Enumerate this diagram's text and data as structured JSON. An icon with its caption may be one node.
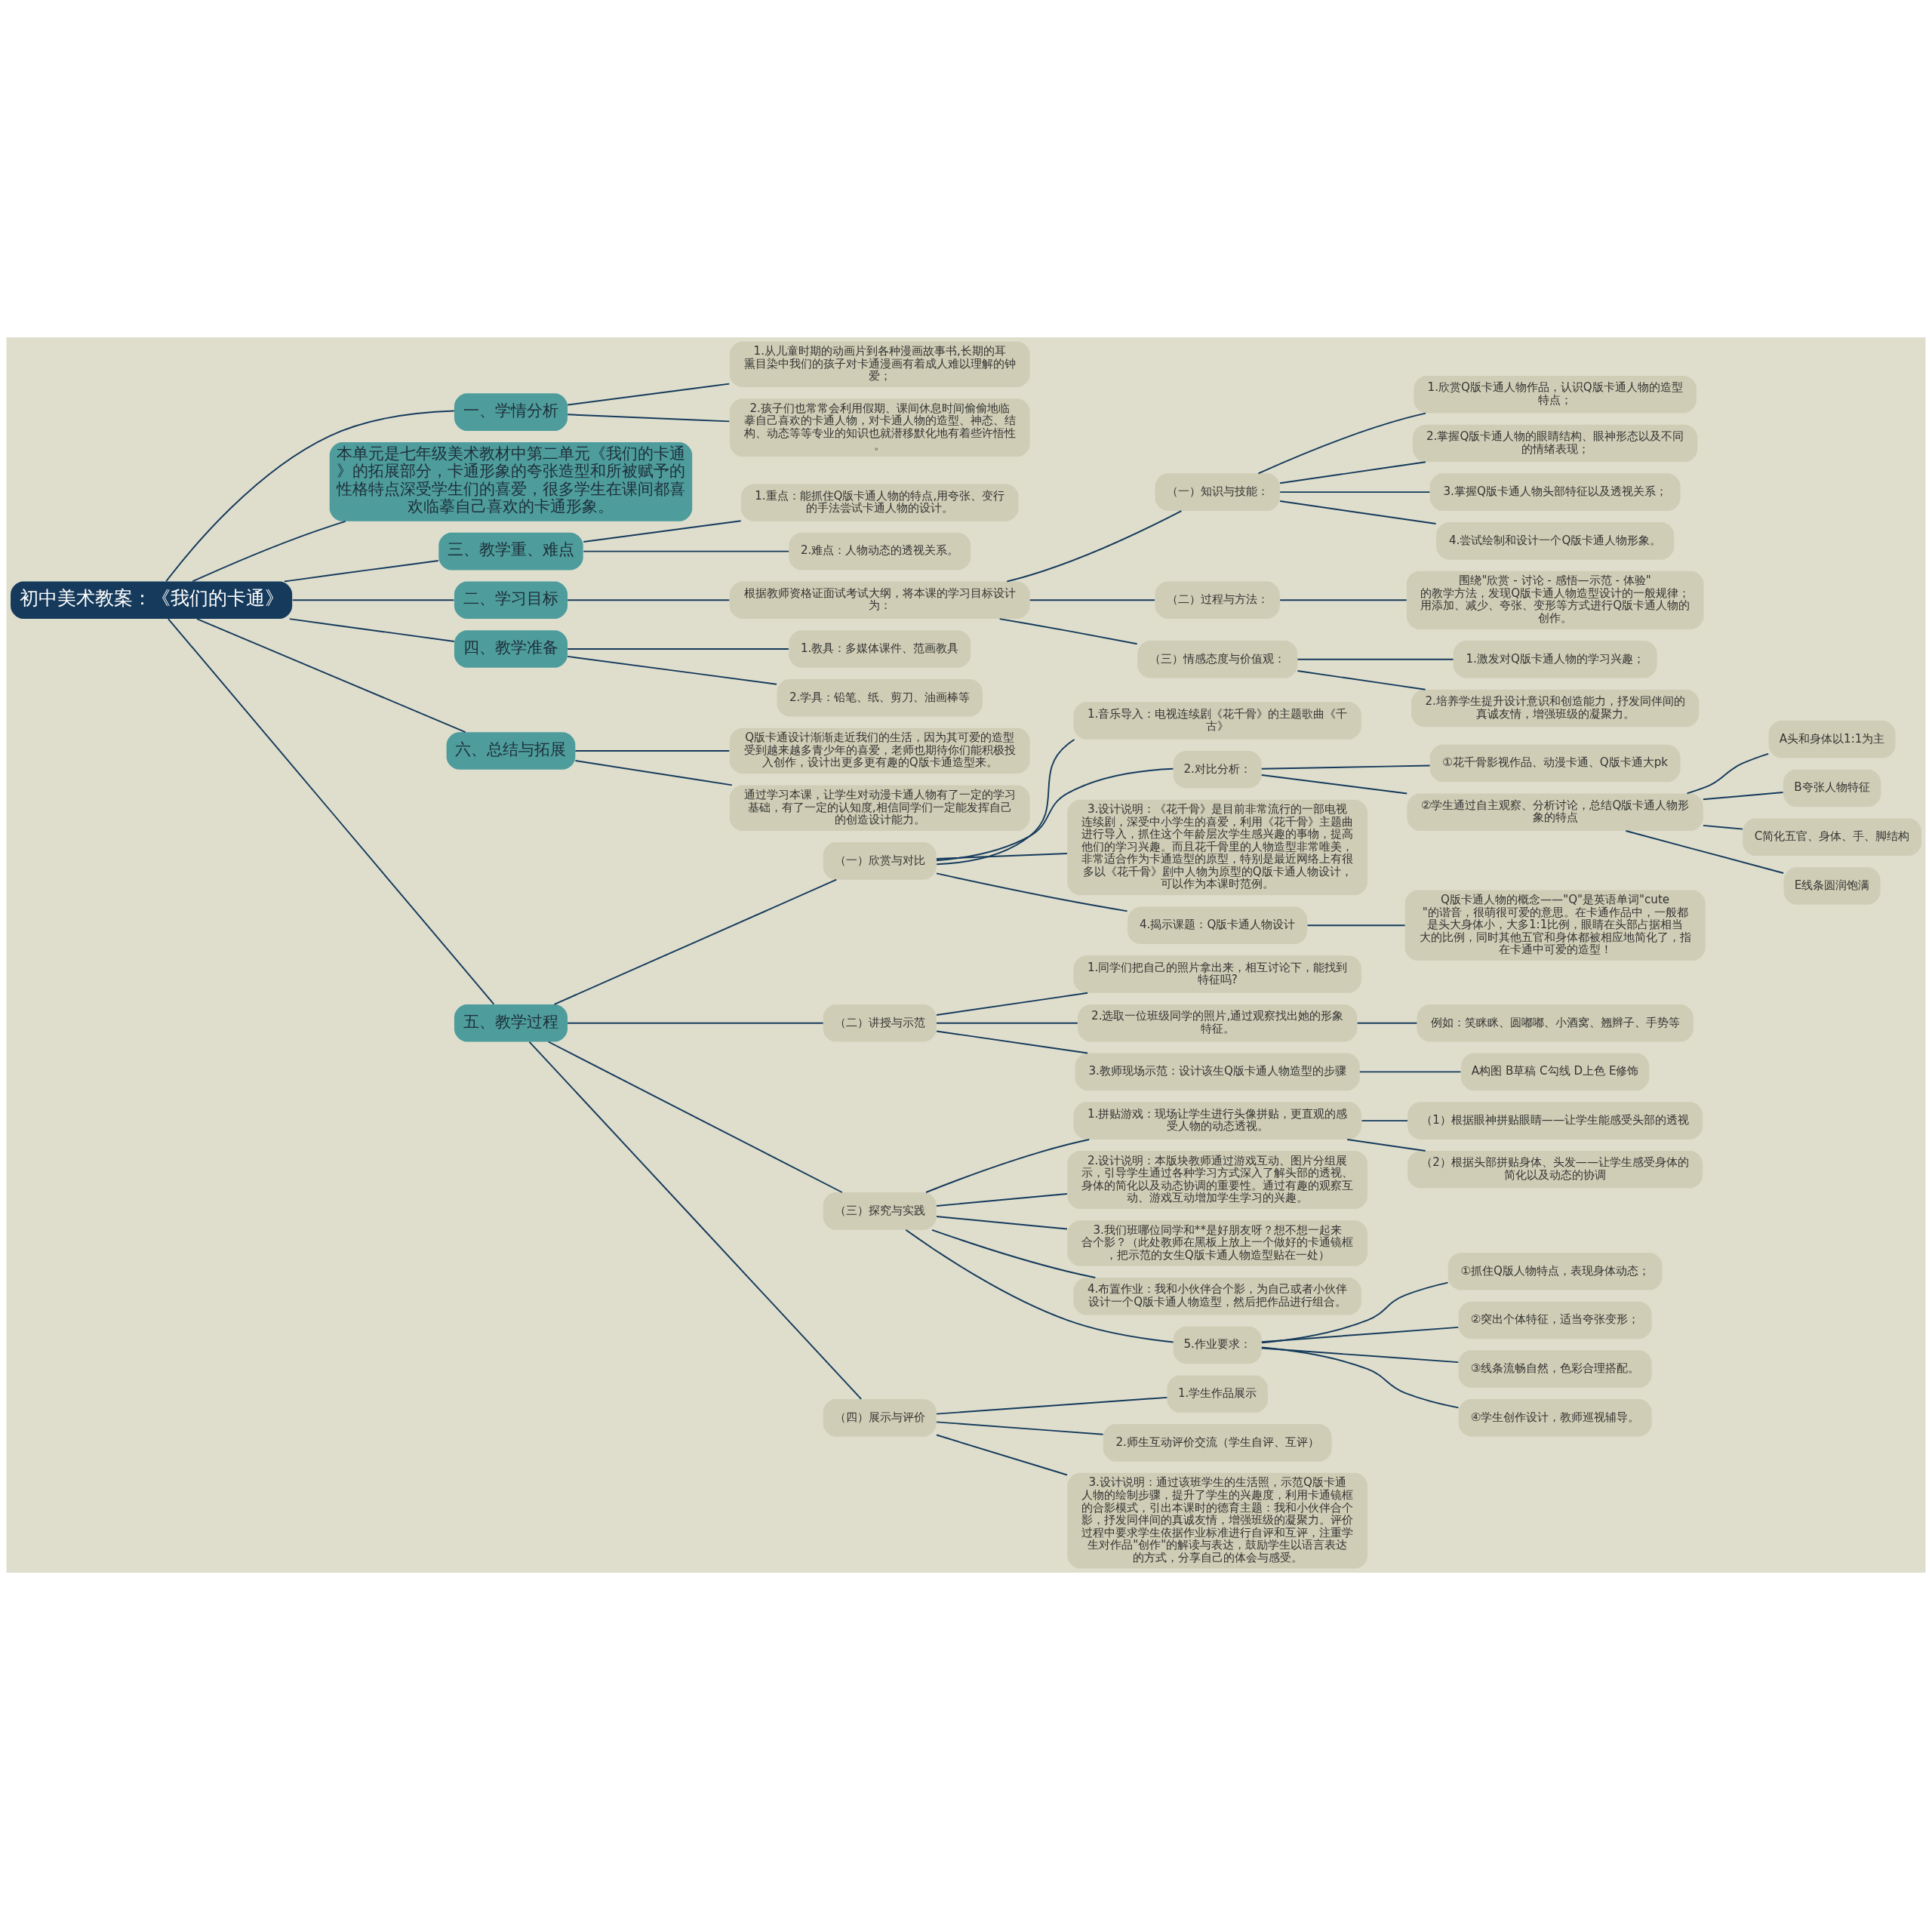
{
  "diagram": {
    "nodes": [
      {
        "text": [
          "初中美术教案：《我们的卡通》"
        ]
      },
      {
        "text": [
          "一、学情分析"
        ]
      },
      {
        "text": [
          "1.从儿童时期的动画片到各种漫画故事书,长期的耳熏目染中我们的孩子对卡通漫画有着成人难以理解的钟爱；"
        ]
      },
      {
        "text": [
          "2.孩子们也常常会利用假期、课间休息时间偷偷地临摹自己喜欢的卡通人物，对卡通人物的造型、神态、结构、动态等等专业的知识也就潜移默化地有着些许悟性。"
        ]
      },
      {
        "text": [
          "本单元是七年级美术教材中第二单元《我们的卡通》的拓展部分，卡通形象的夸张造型和所被赋予的性格特点深受学生们的喜爱，很多学生在课间都喜欢临摹自己喜欢的卡通形象。"
        ]
      },
      {
        "text": [
          "三、教学重、难点"
        ]
      },
      {
        "text": [
          "1.重点：能抓住Q版卡通人物的特点,用夸张、变行的手法尝试卡通人物的设计。"
        ]
      },
      {
        "text": [
          "2.难点：人物动态的透视关系。"
        ]
      },
      {
        "text": [
          "二、学习目标"
        ]
      },
      {
        "text": [
          "根据教师资格证面试考试大纲，将本课的学习目标设计为："
        ]
      },
      {
        "text": [
          "（一）知识与技能："
        ]
      },
      {
        "text": [
          "1.欣赏Q版卡通人物作品，认识Q版卡通人物的造型特点；"
        ]
      },
      {
        "text": [
          "2.掌握Q版卡通人物的眼睛结构、眼神形态以及不同的情绪表现；"
        ]
      },
      {
        "text": [
          "3.掌握Q版卡通人物头部特征以及透视关系；"
        ]
      },
      {
        "text": [
          "4.尝试绘制和设计一个Q版卡通人物形象。"
        ]
      },
      {
        "text": [
          "（二）过程与方法："
        ]
      },
      {
        "text": [
          "围绕\"欣赏 - 讨论 - 感悟—示范 - 体验\"的教学方法，发现Q版卡通人物造型设计的一般规律；用添加、减少、夸张、变形等方式进行Q版卡通人物的创作。"
        ]
      },
      {
        "text": [
          "（三）情感态度与价值观："
        ]
      },
      {
        "text": [
          "1.激发对Q版卡通人物的学习兴趣；"
        ]
      },
      {
        "text": [
          "2.培养学生提升设计意识和创造能力，抒发同伴间的真诚友情，增强班级的凝聚力。"
        ]
      },
      {
        "text": [
          "四、教学准备"
        ]
      },
      {
        "text": [
          "1.教具：多媒体课件、范画教具"
        ]
      },
      {
        "text": [
          "2.学具：铅笔、纸、剪刀、油画棒等"
        ]
      },
      {
        "text": [
          "六、总结与拓展"
        ]
      },
      {
        "text": [
          "Q版卡通设计渐渐走近我们的生活，因为其可爱的造型受到越来越多青少年的喜爱，老师也期待你们能积极投入创作，设计出更多更有趣的Q版卡通造型来。"
        ]
      },
      {
        "text": [
          "通过学习本课，让学生对动漫卡通人物有了一定的学习基础，有了一定的认知度,相信同学们一定能发挥自己的创造设计能力。"
        ]
      },
      {
        "text": [
          "五、教学过程"
        ]
      },
      {
        "text": [
          "（一）欣赏与对比"
        ]
      },
      {
        "text": [
          "1.音乐导入：电视连续剧《花千骨》的主题歌曲《千古》"
        ]
      },
      {
        "text": [
          "2.对比分析："
        ]
      },
      {
        "text": [
          "①花千骨影视作品、动漫卡通、Q版卡通大pk"
        ]
      },
      {
        "text": [
          "②学生通过自主观察、分析讨论，总结Q版卡通人物形象的特点"
        ]
      },
      {
        "text": [
          "A头和身体以1:1为主"
        ]
      },
      {
        "text": [
          "B夸张人物特征"
        ]
      },
      {
        "text": [
          "C简化五官、身体、手、脚结构"
        ]
      },
      {
        "text": [
          "E线条圆润饱满"
        ]
      },
      {
        "text": [
          "3.设计说明：《花千骨》是目前非常流行的一部电视连续剧，深受中小学生的喜爱，利用《花千骨》主题曲进行导入，抓住这个年龄层次学生感兴趣的事物，提高他们的学习兴趣。而且花千骨里的人物造型非常唯美，非常适合作为卡通造型的原型，特别是最近网络上有很多以《花千骨》剧中人物为原型的Q版卡通人物设计，可以作为本课时范例。"
        ]
      },
      {
        "text": [
          "4.揭示课题：Q版卡通人物设计"
        ]
      },
      {
        "text": [
          "Q版卡通人物的概念——\"Q\"是英语单词\"cute\"的谐音，很萌很可爱的意思。在卡通作品中，一般都是头大身体小，大多1:1比例，眼睛在头部占据相当大的比例，同时其他五官和身体都被相应地简化了，指在卡通中可爱的造型！"
        ]
      },
      {
        "text": [
          "（二）讲授与示范"
        ]
      },
      {
        "text": [
          "1.同学们把自己的照片拿出来，相互讨论下，能找到特征吗?"
        ]
      },
      {
        "text": [
          "2.选取一位班级同学的照片,通过观察找出她的形象特征。"
        ]
      },
      {
        "text": [
          "例如：笑眯眯、圆嘟嘟、小酒窝、翘辫子、手势等"
        ]
      },
      {
        "text": [
          "3.教师现场示范：设计该生Q版卡通人物造型的步骤"
        ]
      },
      {
        "text": [
          "A构图 B草稿 C勾线 D上色 E修饰"
        ]
      },
      {
        "text": [
          "（三）探究与实践"
        ]
      },
      {
        "text": [
          "1.拼贴游戏：现场让学生进行头像拼贴，更直观的感受人物的动态透视。"
        ]
      },
      {
        "text": [
          "（1）根据眼神拼贴眼睛——让学生能感受头部的透视"
        ]
      },
      {
        "text": [
          "（2）根据头部拼贴身体、头发——让学生感受身体的简化以及动态的协调"
        ]
      },
      {
        "text": [
          "2.设计说明：本版块教师通过游戏互动、图片分组展示，引导学生通过各种学习方式深入了解头部的透视、身体的简化以及动态协调的重要性。通过有趣的观察互动、游戏互动增加学生学习的兴趣。"
        ]
      },
      {
        "text": [
          "3.我们班哪位同学和**是好朋友呀？想不想一起来合个影？（此处教师在黑板上放上一个做好的卡通镜框，把示范的女生Q版卡通人物造型贴在一处）"
        ]
      },
      {
        "text": [
          "4.布置作业：我和小伙伴合个影，为自己或者小伙伴设计一个Q版卡通人物造型，然后把作品进行组合。"
        ]
      },
      {
        "text": [
          "5.作业要求："
        ]
      },
      {
        "text": [
          "①抓住Q版人物特点，表现身体动态；"
        ]
      },
      {
        "text": [
          "②突出个体特征，适当夸张变形；"
        ]
      },
      {
        "text": [
          "③线条流畅自然，色彩合理搭配。"
        ]
      },
      {
        "text": [
          "④学生创作设计，教师巡视辅导。"
        ]
      },
      {
        "text": [
          "（四）展示与评价"
        ]
      },
      {
        "text": [
          "1.学生作品展示"
        ]
      },
      {
        "text": [
          "2.师生互动评价交流（学生自评、互评）"
        ]
      },
      {
        "text": [
          "3.设计说明：通过该班学生的生活照，示范Q版卡通人物的绘制步骤，提升了学生的兴趣度，利用卡通镜框的合影模式，引出本课时的德育主题：我和小伙伴合个影，抒发同伴间的真诚友情，增强班级的凝聚力。评价过程中要求学生依据作业标准进行自评和互评，注重学生对作品\"创作\"的解读与表达，鼓励学生以语言表达的方式，分享自己的体会与感受。"
        ]
      }
    ],
    "edges": [
      {
        "from": 0,
        "to": 1,
        "arrow": "none"
      },
      {
        "from": 1,
        "to": 2,
        "arrow": "none"
      },
      {
        "from": 1,
        "to": 3,
        "arrow": "none"
      },
      {
        "from": 0,
        "to": 4,
        "arrow": "none"
      },
      {
        "from": 0,
        "to": 5,
        "arrow": "none"
      },
      {
        "from": 5,
        "to": 6,
        "arrow": "none"
      },
      {
        "from": 5,
        "to": 7,
        "arrow": "none"
      },
      {
        "from": 0,
        "to": 8,
        "arrow": "none"
      },
      {
        "from": 8,
        "to": 9,
        "arrow": "none"
      },
      {
        "from": 9,
        "to": 10,
        "arrow": "none"
      },
      {
        "from": 10,
        "to": 11,
        "arrow": "none"
      },
      {
        "from": 10,
        "to": 12,
        "arrow": "none"
      },
      {
        "from": 10,
        "to": 13,
        "arrow": "none"
      },
      {
        "from": 10,
        "to": 14,
        "arrow": "none"
      },
      {
        "from": 9,
        "to": 15,
        "arrow": "none"
      },
      {
        "from": 15,
        "to": 16,
        "arrow": "none"
      },
      {
        "from": 9,
        "to": 17,
        "arrow": "none"
      },
      {
        "from": 17,
        "to": 18,
        "arrow": "none"
      },
      {
        "from": 17,
        "to": 19,
        "arrow": "none"
      },
      {
        "from": 0,
        "to": 20,
        "arrow": "none"
      },
      {
        "from": 20,
        "to": 21,
        "arrow": "none"
      },
      {
        "from": 20,
        "to": 22,
        "arrow": "none"
      },
      {
        "from": 0,
        "to": 23,
        "arrow": "none"
      },
      {
        "from": 23,
        "to": 24,
        "arrow": "none"
      },
      {
        "from": 23,
        "to": 25,
        "arrow": "none"
      },
      {
        "from": 0,
        "to": 26,
        "arrow": "none"
      },
      {
        "from": 26,
        "to": 27,
        "arrow": "none"
      },
      {
        "from": 27,
        "to": 28,
        "arrow": "none"
      },
      {
        "from": 27,
        "to": 29,
        "arrow": "none"
      },
      {
        "from": 29,
        "to": 30,
        "arrow": "none"
      },
      {
        "from": 29,
        "to": 31,
        "arrow": "none"
      },
      {
        "from": 31,
        "to": 32,
        "arrow": "none"
      },
      {
        "from": 31,
        "to": 33,
        "arrow": "none"
      },
      {
        "from": 31,
        "to": 34,
        "arrow": "none"
      },
      {
        "from": 31,
        "to": 35,
        "arrow": "none"
      },
      {
        "from": 27,
        "to": 36,
        "arrow": "none"
      },
      {
        "from": 27,
        "to": 37,
        "arrow": "none"
      },
      {
        "from": 37,
        "to": 38,
        "arrow": "none"
      },
      {
        "from": 26,
        "to": 39,
        "arrow": "none"
      },
      {
        "from": 39,
        "to": 40,
        "arrow": "none"
      },
      {
        "from": 39,
        "to": 41,
        "arrow": "none"
      },
      {
        "from": 41,
        "to": 42,
        "arrow": "none"
      },
      {
        "from": 39,
        "to": 43,
        "arrow": "none"
      },
      {
        "from": 43,
        "to": 44,
        "arrow": "none"
      },
      {
        "from": 26,
        "to": 45,
        "arrow": "none"
      },
      {
        "from": 45,
        "to": 46,
        "arrow": "none"
      },
      {
        "from": 46,
        "to": 47,
        "arrow": "none"
      },
      {
        "from": 46,
        "to": 48,
        "arrow": "none"
      },
      {
        "from": 45,
        "to": 49,
        "arrow": "none"
      },
      {
        "from": 45,
        "to": 50,
        "arrow": "none"
      },
      {
        "from": 45,
        "to": 51,
        "arrow": "none"
      },
      {
        "from": 45,
        "to": 52,
        "arrow": "none"
      },
      {
        "from": 52,
        "to": 53,
        "arrow": "none"
      },
      {
        "from": 52,
        "to": 54,
        "arrow": "none"
      },
      {
        "from": 52,
        "to": 55,
        "arrow": "none"
      },
      {
        "from": 52,
        "to": 56,
        "arrow": "none"
      },
      {
        "from": 26,
        "to": 57,
        "arrow": "none"
      },
      {
        "from": 57,
        "to": 58,
        "arrow": "none"
      },
      {
        "from": 57,
        "to": 59,
        "arrow": "none"
      },
      {
        "from": 57,
        "to": 60,
        "arrow": "none"
      }
    ]
  }
}
